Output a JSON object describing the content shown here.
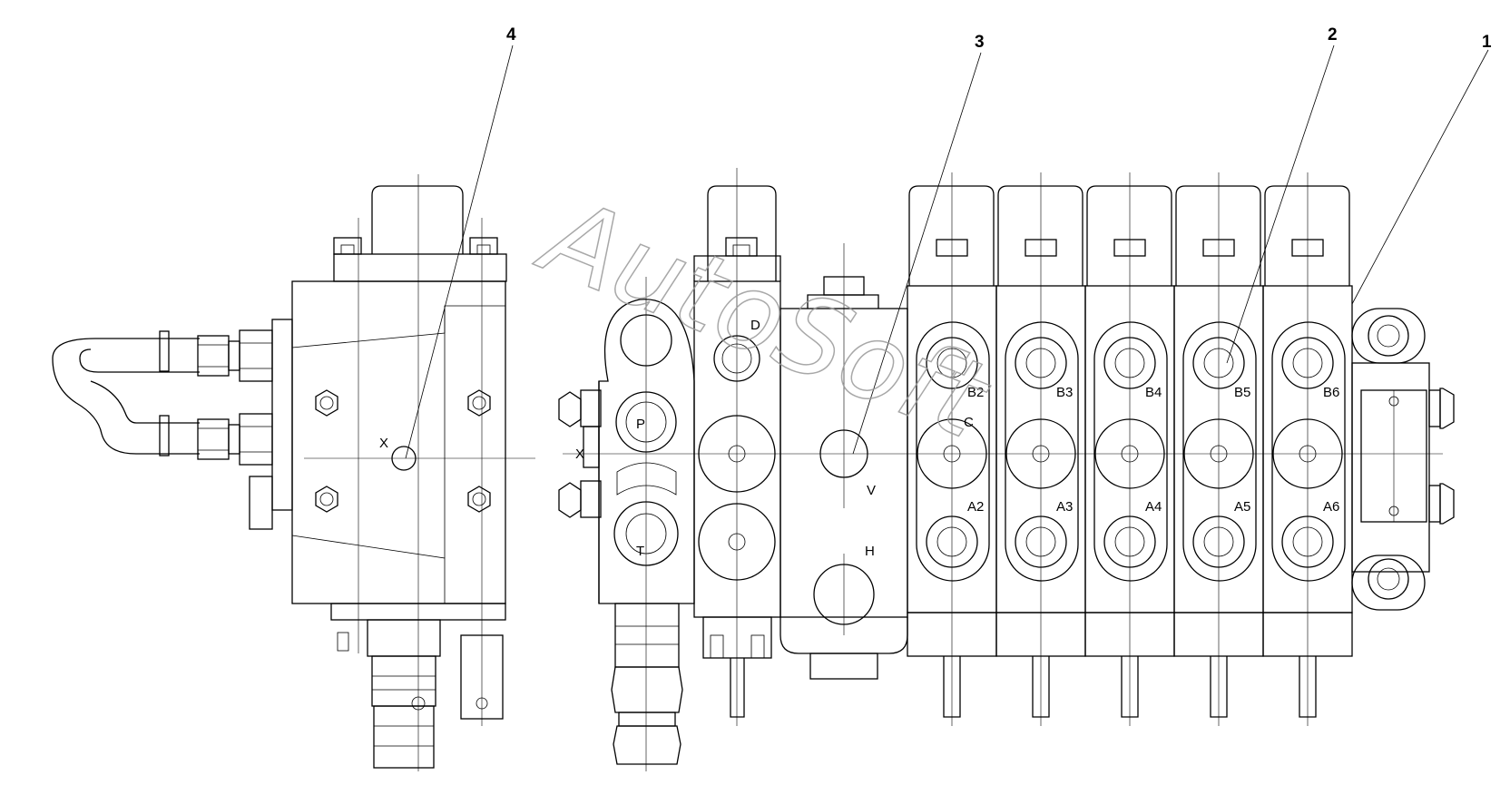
{
  "callouts": [
    {
      "id": "1",
      "label": "1"
    },
    {
      "id": "2",
      "label": "2"
    },
    {
      "id": "3",
      "label": "3"
    },
    {
      "id": "4",
      "label": "4"
    }
  ],
  "ports": {
    "x_left": "X",
    "x_mid": "X",
    "p": "P",
    "t": "T",
    "d": "D",
    "v": "V",
    "h": "H",
    "c": "C",
    "b2": "B2",
    "b3": "B3",
    "b4": "B4",
    "b5": "B5",
    "b6": "B6",
    "a2": "A2",
    "a3": "A3",
    "a4": "A4",
    "a5": "A5",
    "a6": "A6"
  },
  "watermark": "AutoSoft"
}
